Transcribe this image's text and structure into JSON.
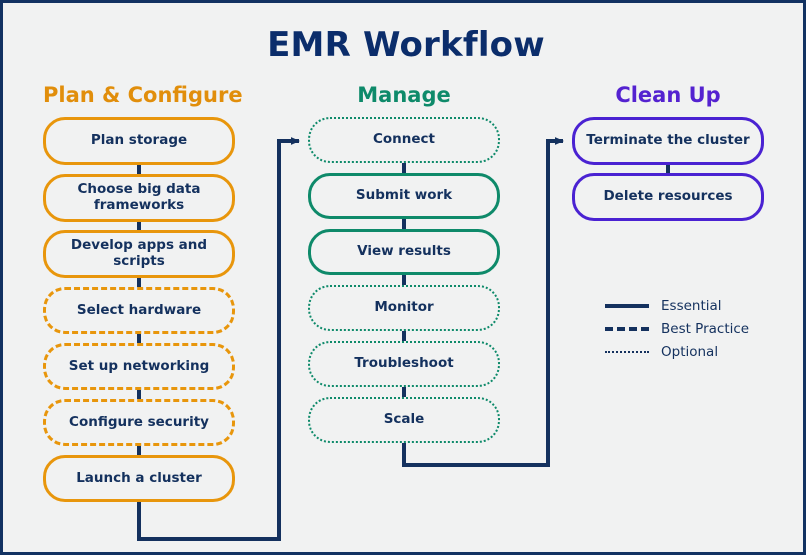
{
  "diagram": {
    "title": "EMR Workflow",
    "background_color": "#F1F2F2",
    "frame_color": "#123262",
    "title_color": "#0B2D6B"
  },
  "columns": [
    {
      "id": "plan",
      "header": "Plan & Configure",
      "color": "#E8960C",
      "nodes": [
        {
          "label": "Plan storage",
          "style": "essential"
        },
        {
          "label": "Choose big data frameworks",
          "style": "essential"
        },
        {
          "label": "Develop apps and scripts",
          "style": "essential"
        },
        {
          "label": "Select hardware",
          "style": "best-practice"
        },
        {
          "label": "Set up networking",
          "style": "best-practice"
        },
        {
          "label": "Configure security",
          "style": "best-practice"
        },
        {
          "label": "Launch a cluster",
          "style": "essential"
        }
      ]
    },
    {
      "id": "manage",
      "header": "Manage",
      "color": "#0E8A6A",
      "nodes": [
        {
          "label": "Connect",
          "style": "optional"
        },
        {
          "label": "Submit work",
          "style": "essential"
        },
        {
          "label": "View results",
          "style": "essential"
        },
        {
          "label": "Monitor",
          "style": "optional"
        },
        {
          "label": "Troubleshoot",
          "style": "optional"
        },
        {
          "label": "Scale",
          "style": "optional"
        }
      ]
    },
    {
      "id": "clean",
      "header": "Clean Up",
      "color": "#4A22D2",
      "nodes": [
        {
          "label": "Terminate the cluster",
          "style": "essential"
        },
        {
          "label": "Delete resources",
          "style": "essential"
        }
      ]
    }
  ],
  "legend": {
    "items": [
      {
        "label": "Essential",
        "style": "essential"
      },
      {
        "label": "Best Practice",
        "style": "best-practice"
      },
      {
        "label": "Optional",
        "style": "optional"
      }
    ],
    "line_color": "#14315E"
  },
  "connectors": {
    "color": "#14315E",
    "stage_links": [
      {
        "from": "Launch a cluster",
        "to": "Connect"
      },
      {
        "from": "Scale",
        "to": "Terminate the cluster"
      }
    ]
  }
}
